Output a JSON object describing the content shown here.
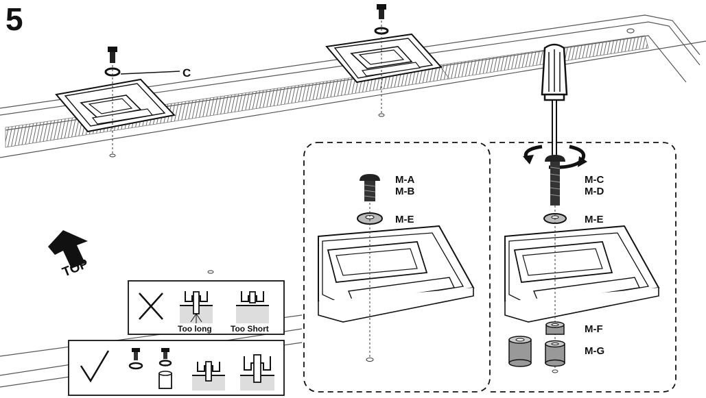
{
  "step_number": "5",
  "bracket_label": "C",
  "orientation_label": "TOP",
  "detail_left": {
    "screw_labels": [
      "M-A",
      "M-B"
    ],
    "washer_label": "M-E"
  },
  "detail_right": {
    "screw_labels": [
      "M-C",
      "M-D"
    ],
    "washer_label": "M-E",
    "spacer_labels": [
      "M-F",
      "M-G"
    ]
  },
  "wrong_box": {
    "captions": [
      "Too long",
      "Too Short"
    ]
  }
}
